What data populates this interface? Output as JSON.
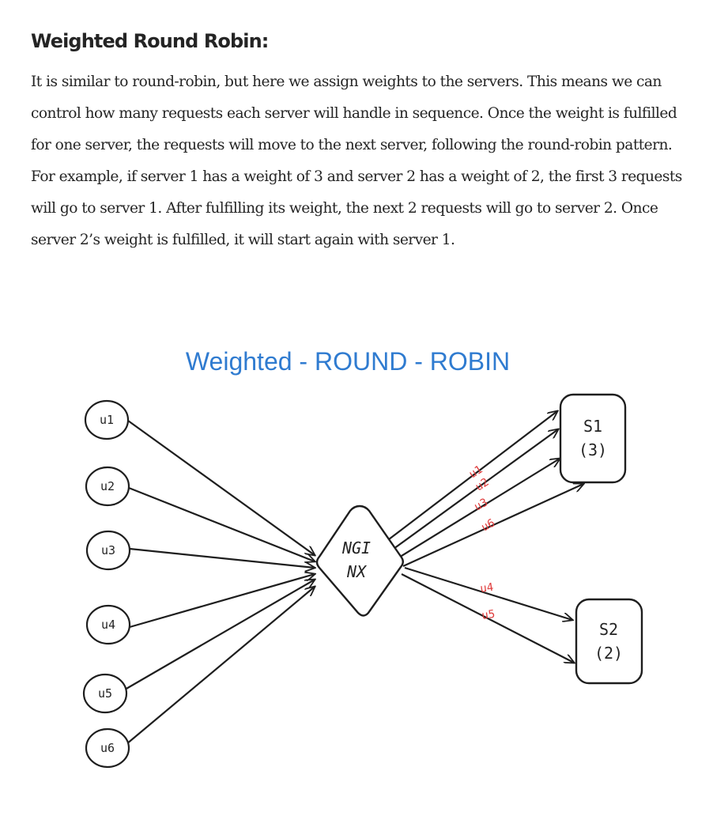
{
  "article": {
    "heading": "Weighted Round Robin:",
    "paragraph": "It is similar to round-robin, but here we assign weights to the servers. This means we can control how many requests each server will handle in sequence. Once the weight is fulfilled for one server, the requests will move to the next server, following the round-robin pattern. For example, if server 1 has a weight of 3 and server 2 has a weight of 2, the first 3 requests will go to server 1. After fulfilling its weight, the next 2 requests will go to server 2. Once server 2’s weight is fulfilled, it will start again with server 1."
  },
  "diagram": {
    "title": "Weighted - ROUND - ROBIN",
    "load_balancer": {
      "line1": "NGI",
      "line2": "NX"
    },
    "users": [
      {
        "label": "u1"
      },
      {
        "label": "u2"
      },
      {
        "label": "u3"
      },
      {
        "label": "u4"
      },
      {
        "label": "u5"
      },
      {
        "label": "u6"
      }
    ],
    "servers": [
      {
        "name": "S1",
        "weight": "(3)"
      },
      {
        "name": "S2",
        "weight": "(2)"
      }
    ],
    "route_labels": {
      "server1": [
        "u1",
        "u2",
        "u3",
        "u6"
      ],
      "server2": [
        "u4",
        "u5"
      ]
    },
    "colors": {
      "title": "#2f7bd0",
      "route_label": "#e03b3b",
      "stroke": "#1e1e1e",
      "text": "#242424"
    }
  }
}
